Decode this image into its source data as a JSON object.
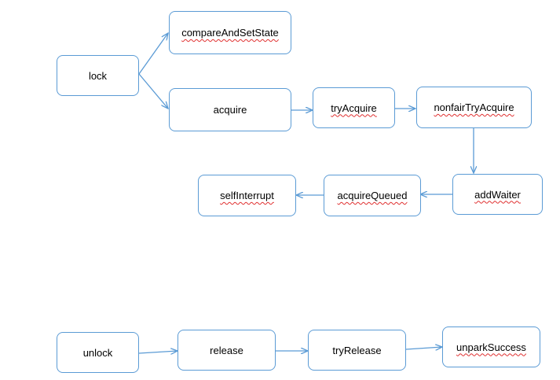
{
  "colors": {
    "stroke": "#5b9bd5",
    "text": "#000000",
    "spellcheck_underline": "#e03030"
  },
  "diagram": {
    "lock_flow": {
      "lock": "lock",
      "compare_and_set_state": "compareAndSetState",
      "acquire": "acquire",
      "try_acquire": "tryAcquire",
      "nonfair_try_acquire": "nonfairTryAcquire",
      "add_waiter": "addWaiter",
      "acquire_queued": "acquireQueued",
      "self_interrupt": "selfInterrupt"
    },
    "unlock_flow": {
      "unlock": "unlock",
      "release": "release",
      "try_release": "tryRelease",
      "unpark_successor": "unparkSuccess"
    }
  }
}
